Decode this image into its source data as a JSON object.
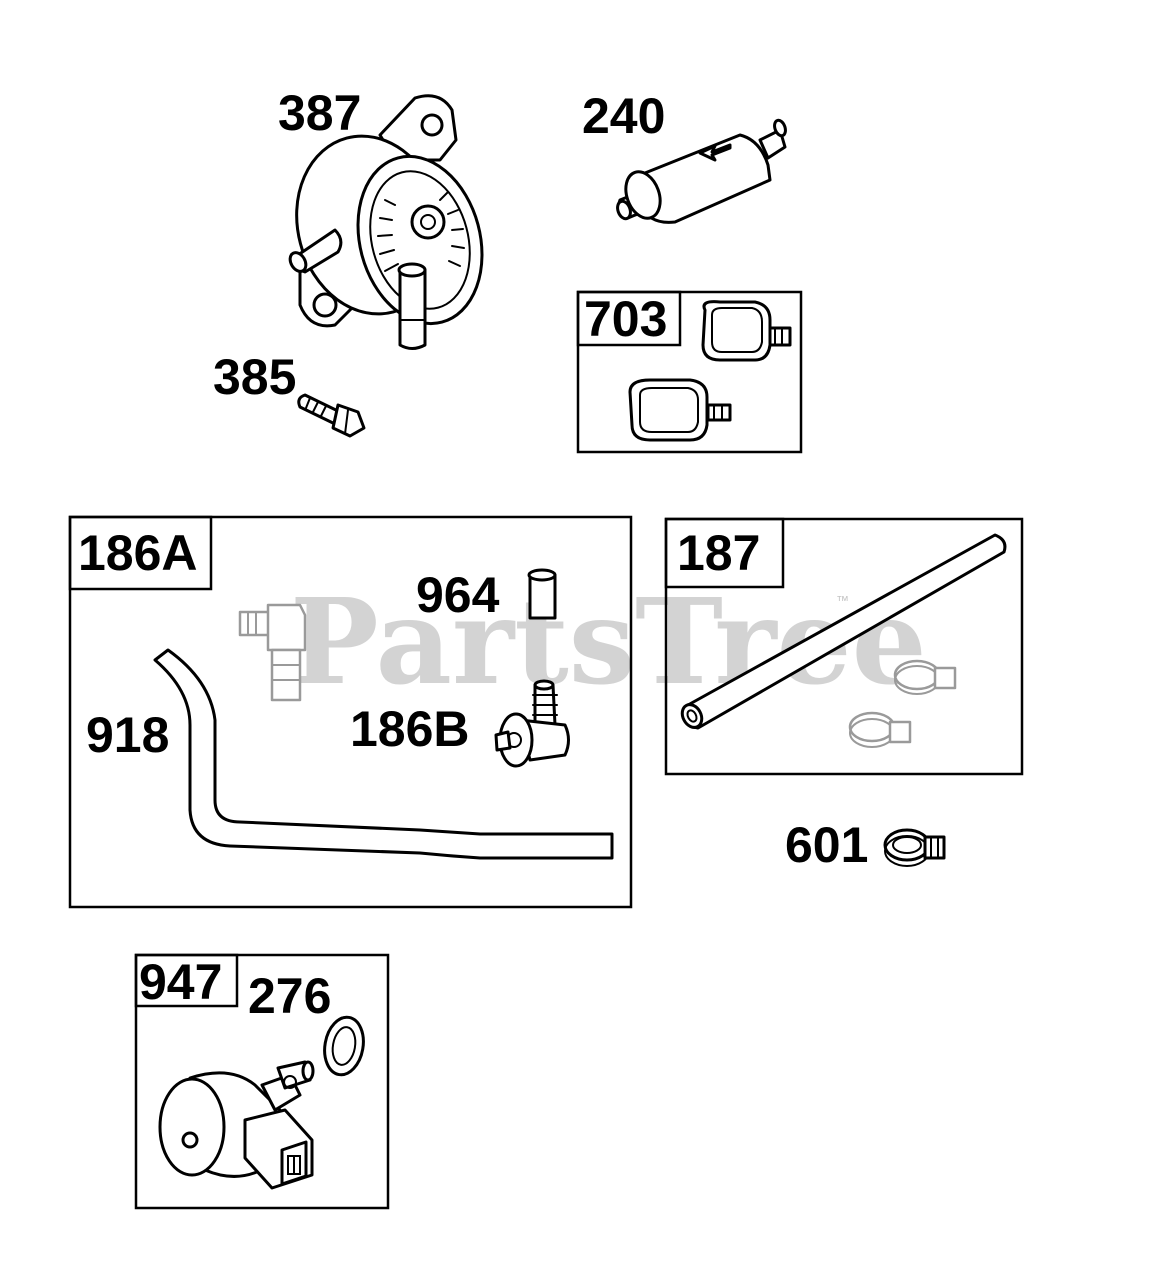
{
  "watermark": {
    "text": "PartsTree",
    "trademark": "™"
  },
  "labels": {
    "p387": "387",
    "p240": "240",
    "p703": "703",
    "p385": "385",
    "p186A": "186A",
    "p964": "964",
    "p918": "918",
    "p186B": "186B",
    "p187": "187",
    "p601": "601",
    "p947": "947",
    "p276": "276"
  },
  "colors": {
    "line": "#000000",
    "watermark": "#d3d3d3",
    "background": "#ffffff"
  }
}
